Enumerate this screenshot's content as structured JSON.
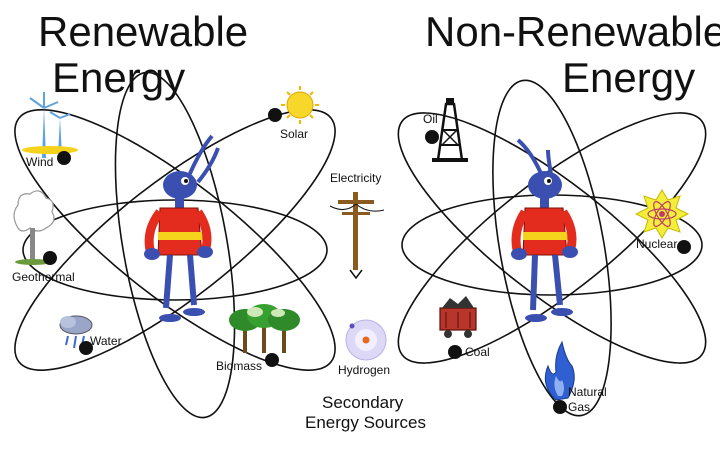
{
  "renewable": {
    "title_line1": "Renewable",
    "title_line2": "Energy",
    "sources": {
      "wind": "Wind",
      "solar": "Solar",
      "geothermal": "Geothermal",
      "water": "Water",
      "biomass": "Biomass"
    }
  },
  "non_renewable": {
    "title_line1": "Non-Renewable",
    "title_line2": "Energy",
    "sources": {
      "oil": "Oil",
      "nuclear": "Nuclear",
      "coal": "Coal",
      "natural_gas_line1": "Natural",
      "natural_gas_line2": "Gas"
    }
  },
  "secondary": {
    "electricity": "Electricity",
    "hydrogen": "Hydrogen",
    "caption_line1": "Secondary",
    "caption_line2": "Energy Sources"
  },
  "colors": {
    "character_blue": "#3a4fb0",
    "shirt_red": "#e32b1e",
    "belt_yellow": "#f5d21c",
    "sun_yellow": "#f7d72a",
    "tree_green": "#2f8a2a",
    "gas_blue": "#2f5fd0"
  }
}
